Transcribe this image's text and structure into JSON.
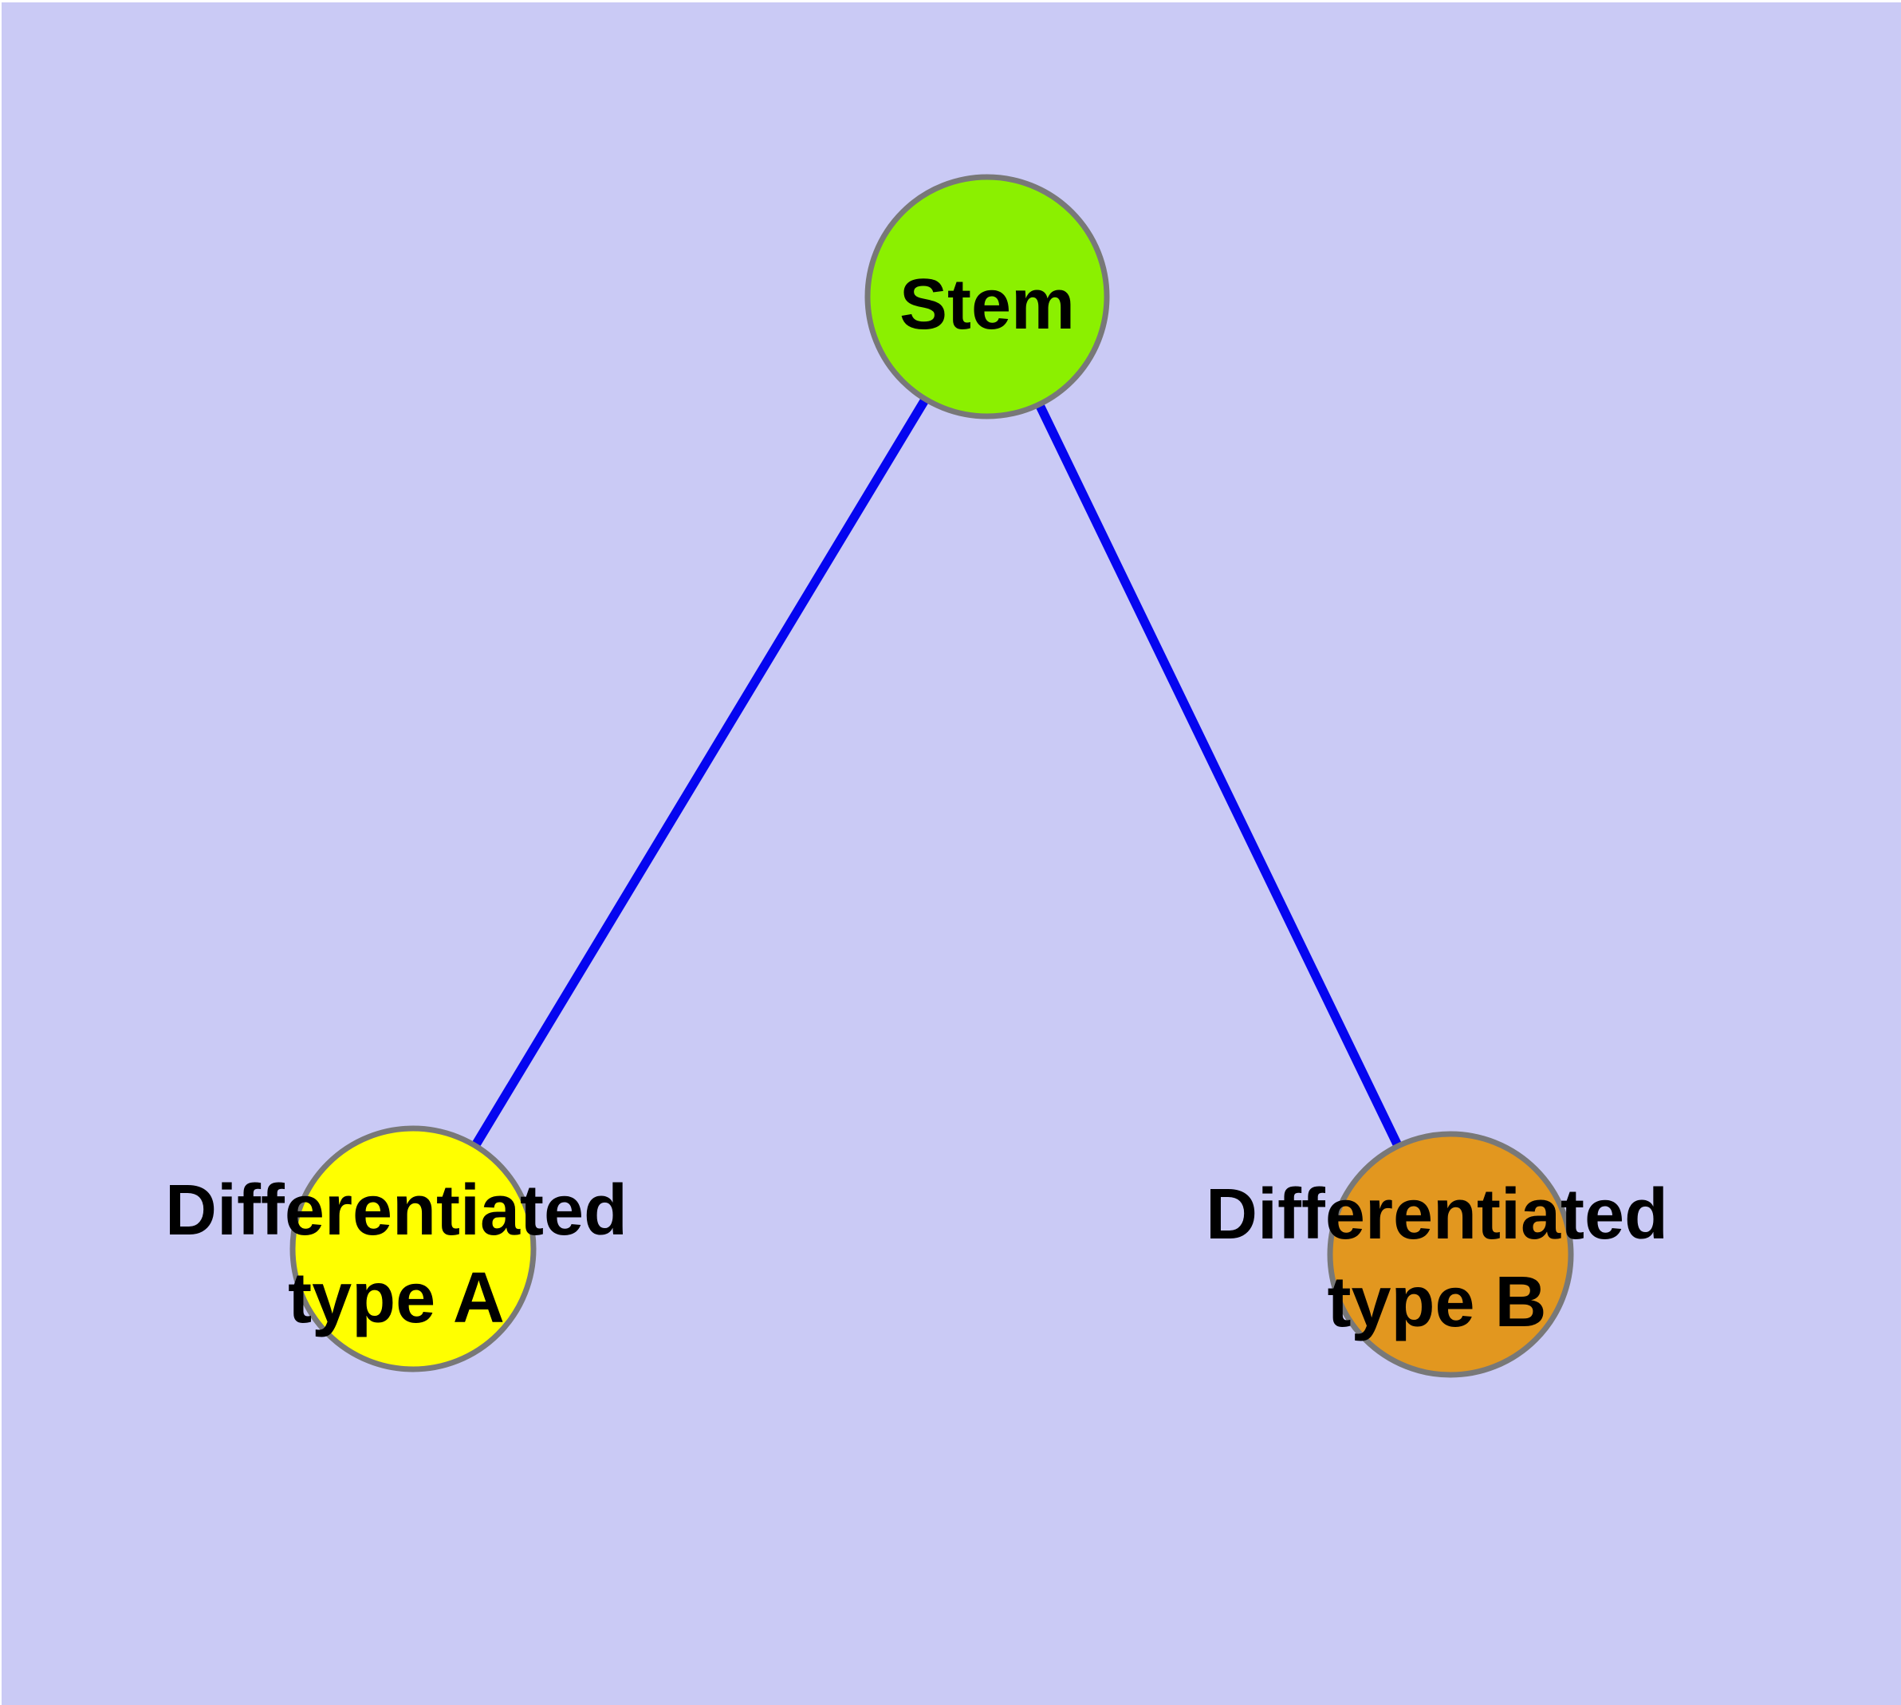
{
  "figure": {
    "type": "graph-diagram",
    "description": "Stem cell differentiation tree: one stem node connected to two differentiated cell type nodes",
    "background_color": "#CACAF5",
    "edge_color": "#0505F0",
    "node_border_color": "#787878",
    "label_color": "#000000"
  },
  "nodes": {
    "stem": {
      "label": "Stem",
      "color": "#8BF000"
    },
    "type_a": {
      "label_line1": "Differentiated",
      "label_line2": "type A",
      "color": "#FFFF00"
    },
    "type_b": {
      "label_line1": "Differentiated",
      "label_line2": "type B",
      "color": "#E2971F"
    }
  },
  "edges": [
    {
      "from": "Stem",
      "to": "Differentiated type A"
    },
    {
      "from": "Stem",
      "to": "Differentiated type B"
    }
  ]
}
